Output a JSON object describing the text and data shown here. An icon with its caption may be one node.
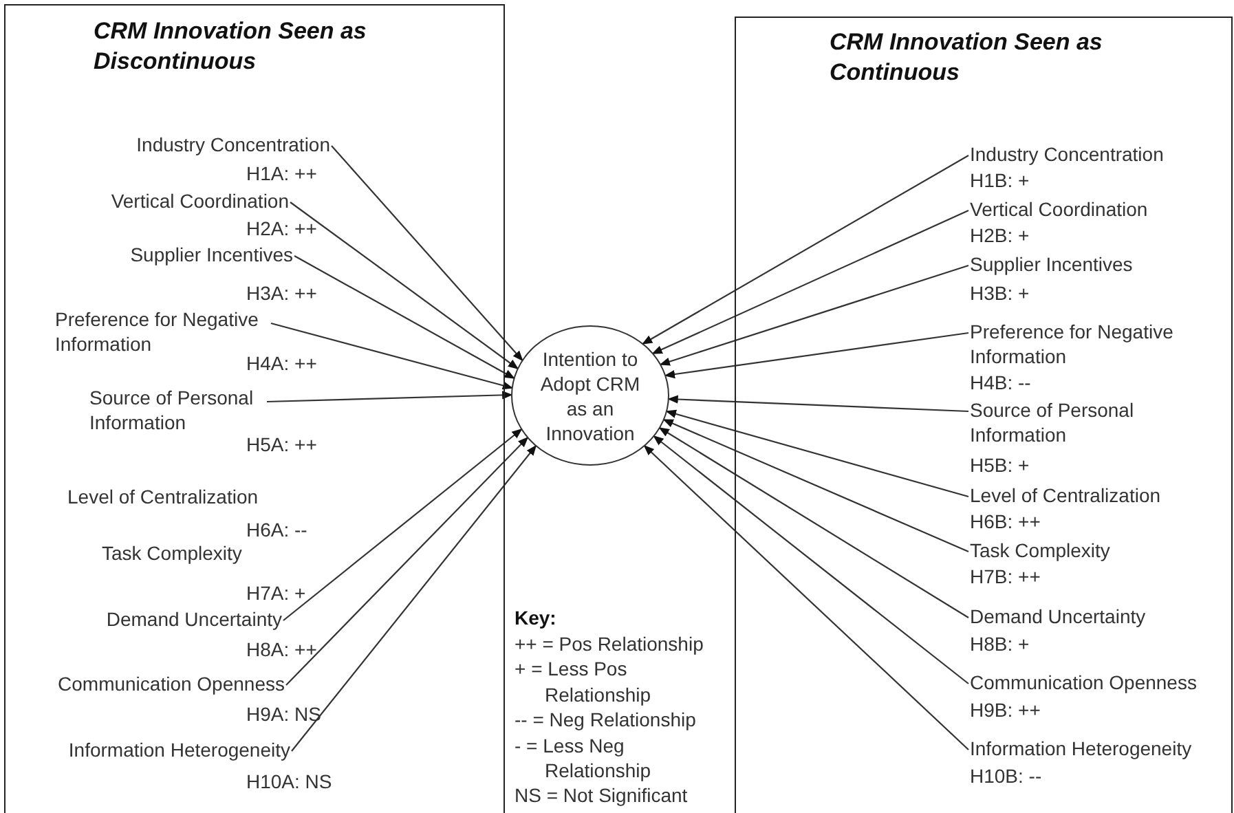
{
  "diagram": {
    "nodes": [
      {
        "text": [
          "CRM Innovation Seen as Discontinuous"
        ]
      },
      {
        "text": [
          "Industry Concentration"
        ],
        "in": 0,
        "beside": [
          "H1A: ++"
        ]
      },
      {
        "text": [
          "Vertical Coordination"
        ],
        "in": 0,
        "beside": [
          "H2A: ++"
        ]
      },
      {
        "text": [
          "Supplier Incentives"
        ],
        "in": 0,
        "beside": [
          "H3A: ++"
        ]
      },
      {
        "text": [
          "Preference for Negative Information"
        ],
        "in": 0,
        "beside": [
          "H4A: ++"
        ]
      },
      {
        "text": [
          "Source of Personal Information"
        ],
        "in": 0,
        "beside": [
          "H5A: ++"
        ]
      },
      {
        "text": [
          "Demand Uncertainty"
        ],
        "in": 0,
        "beside": [
          "H8A: ++"
        ]
      },
      {
        "text": [
          "Communication Openness"
        ],
        "in": 0,
        "beside": [
          "H9A: NS"
        ]
      },
      {
        "text": [
          "Information Heterogeneity"
        ],
        "in": 0,
        "beside": [
          "H10A: NS"
        ]
      },
      {
        "text": [
          "Intention to Adopt CRM as an Innovation"
        ]
      },
      {
        "text": [
          "CRM Innovation Seen as Continuous"
        ]
      },
      {
        "text": [
          "Industry Concentration"
        ],
        "in": 10,
        "beside": [
          "H1B: +"
        ]
      },
      {
        "text": [
          "Vertical Coordination"
        ],
        "in": 10,
        "beside": [
          "H2B: +"
        ]
      },
      {
        "text": [
          "Supplier Incentives"
        ],
        "in": 10,
        "beside": [
          "H3B: +"
        ]
      },
      {
        "text": [
          "Preference for Negative Information"
        ],
        "in": 10,
        "beside": [
          "H4B: --"
        ]
      },
      {
        "text": [
          "Source of Personal Information"
        ],
        "in": 10,
        "beside": [
          "H5B: +"
        ]
      },
      {
        "text": [
          "Level of Centralization"
        ],
        "in": 10,
        "beside": [
          "H6B: ++"
        ]
      },
      {
        "text": [
          "Task Complexity"
        ],
        "in": 10,
        "beside": [
          "H7B: ++"
        ]
      },
      {
        "text": [
          "Demand Uncertainty"
        ],
        "in": 10,
        "beside": [
          "H8B: +"
        ]
      },
      {
        "text": [
          "Communication Openness"
        ],
        "in": 10,
        "beside": [
          "H9B: ++"
        ]
      },
      {
        "text": [
          "Information Heterogeneity"
        ],
        "in": 10,
        "beside": [
          "H10B: --"
        ]
      }
    ],
    "edges": [
      {
        "from": 1,
        "to": 9,
        "arrow": "to"
      },
      {
        "from": 2,
        "to": 9,
        "arrow": "to"
      },
      {
        "from": 3,
        "to": 9,
        "arrow": "to"
      },
      {
        "from": 4,
        "to": 9,
        "arrow": "to"
      },
      {
        "from": 5,
        "to": 9,
        "arrow": "to"
      },
      {
        "from": 6,
        "to": 9,
        "arrow": "to"
      },
      {
        "from": 7,
        "to": 9,
        "arrow": "to"
      },
      {
        "from": 8,
        "to": 9,
        "arrow": "to"
      },
      {
        "from": 11,
        "to": 9,
        "arrow": "to"
      },
      {
        "from": 12,
        "to": 9,
        "arrow": "to"
      },
      {
        "from": 13,
        "to": 9,
        "arrow": "to"
      },
      {
        "from": 14,
        "to": 9,
        "arrow": "to"
      },
      {
        "from": 15,
        "to": 9,
        "arrow": "to"
      },
      {
        "from": 16,
        "to": 9,
        "arrow": "to"
      },
      {
        "from": 17,
        "to": 9,
        "arrow": "to"
      },
      {
        "from": 18,
        "to": 9,
        "arrow": "to"
      },
      {
        "from": 19,
        "to": 9,
        "arrow": "to"
      },
      {
        "from": 20,
        "to": 9,
        "arrow": "to"
      }
    ],
    "labels": [
      "Level of Centralization",
      "H6A: --",
      "Task Complexity",
      "H7A: +",
      "Key:",
      "++ = Pos Relationship",
      "+ = Less Pos Relationship",
      "-- = Neg Relationship",
      "- = Less Neg Relationship",
      "NS = Not Significant"
    ]
  }
}
